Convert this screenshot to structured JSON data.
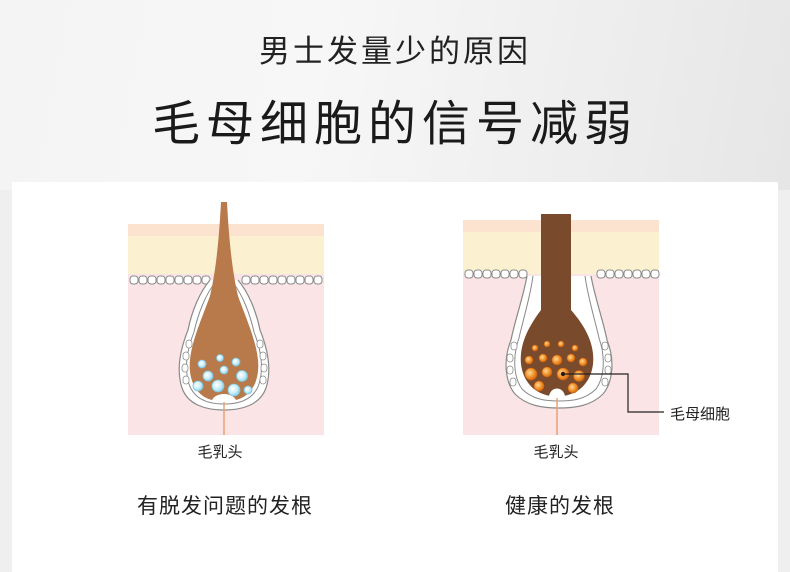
{
  "header": {
    "subtitle": "男士发量少的原因",
    "title": "毛母细胞的信号减弱"
  },
  "left": {
    "papilla_label": "毛乳头",
    "caption": "有脱发问题的发根"
  },
  "right": {
    "papilla_label": "毛乳头",
    "matrix_label": "毛母细胞",
    "caption": "健康的发根"
  },
  "colors": {
    "skin_top": "#fbe3cf",
    "skin_band": "#fbf0cf",
    "dermis": "#fbe4e6",
    "hair_brown": "#b87a4b",
    "hair_dark": "#7a4a2c",
    "cell_blue": "#b9e6f4",
    "cell_orange": "#ef8e26"
  }
}
